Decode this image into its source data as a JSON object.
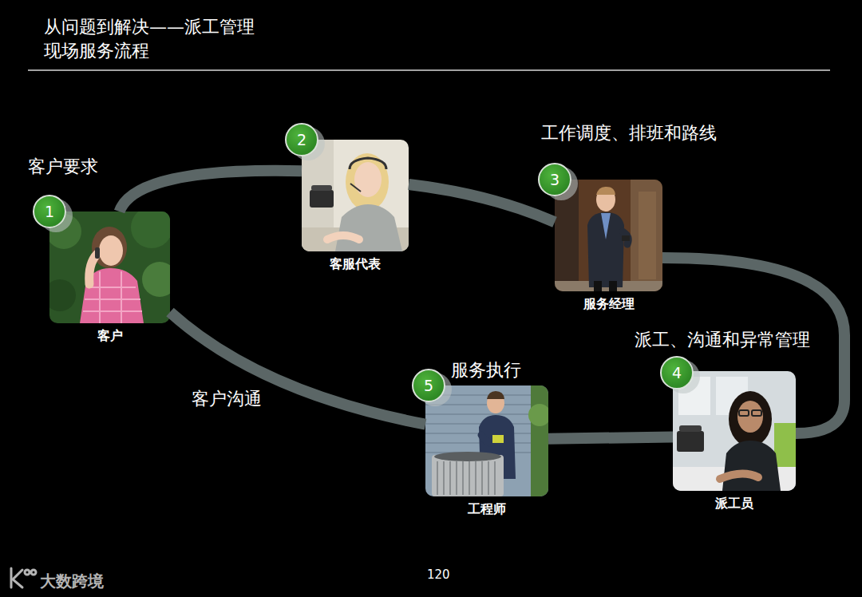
{
  "diagram": {
    "title": "从问题到解决——派工管理 现场服务流程",
    "nodes": [
      {
        "text": [
          "客户要求",
          "客户"
        ]
      },
      {
        "text": [
          "1"
        ],
        "in": 0
      },
      {
        "text": [
          "客服代表"
        ]
      },
      {
        "text": [
          "2"
        ],
        "in": 2
      },
      {
        "text": [
          "工作调度、排班和路线",
          "服务经理"
        ]
      },
      {
        "text": [
          "3"
        ],
        "in": 4
      },
      {
        "text": [
          "派工、沟通和异常管理",
          "派工员"
        ]
      },
      {
        "text": [
          "4"
        ],
        "in": 6
      },
      {
        "text": [
          "服务执行",
          "工程师"
        ]
      },
      {
        "text": [
          "5"
        ],
        "in": 8
      }
    ],
    "edges": [
      {
        "from": 0,
        "to": 2,
        "arrow": "none"
      },
      {
        "from": 2,
        "to": 4,
        "arrow": "none"
      },
      {
        "from": 4,
        "to": 6,
        "arrow": "none"
      },
      {
        "from": 6,
        "to": 8,
        "arrow": "none"
      },
      {
        "from": 8,
        "to": 0,
        "arrow": "none"
      }
    ],
    "labels": [
      "客户沟通",
      "120",
      "大数跨境"
    ]
  }
}
